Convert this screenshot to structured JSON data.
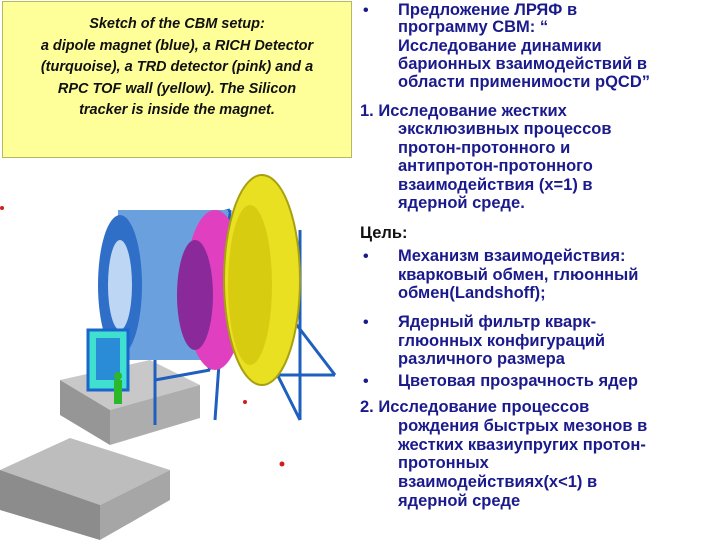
{
  "caption": {
    "lines": [
      "Sketch of the  CBM setup:",
      "a dipole magnet (blue), a RICH Detector",
      "(turquoise), a TRD detector (pink) and a",
      "RPC TOF wall (yellow). The Silicon",
      "tracker is inside the  magnet."
    ]
  },
  "colors": {
    "caption_bg": "#ffff99",
    "text": "#1a1a8c",
    "magnet": "#1a66cc",
    "rich": "#40e0d0",
    "trd": "#e040c0",
    "tof": "#e8e020",
    "frame": "#1f5fbf"
  },
  "text": {
    "lines": [
      "Предложение ЛРЯФ в",
      "программу СВМ: “",
      "Исследование динамики",
      "барионных взаимодействий в",
      "области применимости pQCD”",
      "1. Исследование жестких",
      "эксклюзивных процессов",
      "протон-протонного и",
      "антипротон-протонного",
      "взаимодействия (x=1) в",
      "ядерной среде.",
      "Цель:",
      "Механизм взаимодействия:",
      "кварковый обмен, глюонный",
      "обмен(Landshoff);",
      "Ядерный фильтр кварк-",
      "глюонных конфигураций",
      "различного размера",
      "Цветовая прозрачность ядер",
      "2. Исследование процессов",
      "рождения быстрых мезонов в",
      "жестких квазиупругих протон-",
      "протонных",
      "взаимодействиях(x<1) в",
      "ядерной среде"
    ],
    "bullet_glyph": "•"
  }
}
